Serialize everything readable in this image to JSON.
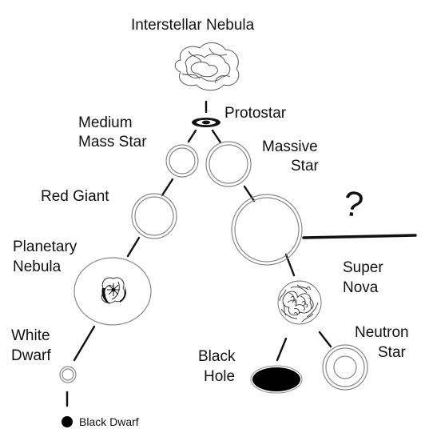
{
  "diagram": {
    "title": "Interstellar Nebula",
    "labels": {
      "protostar": "Protostar",
      "medium_mass_star": [
        "Medium",
        "Mass Star"
      ],
      "massive_star": [
        "Massive",
        "Star"
      ],
      "red_giant": "Red Giant",
      "planetary_nebula": [
        "Planetary",
        "Nebula"
      ],
      "white_dwarf": [
        "White",
        "Dwarf"
      ],
      "black_dwarf": "Black Dwarf",
      "super_nova": [
        "Super",
        "Nova"
      ],
      "neutron_star": [
        "Neutron",
        "Star"
      ],
      "black_hole": [
        "Black",
        "Hole"
      ],
      "unknown_mark": "?"
    },
    "colors": {
      "ink": "#111111",
      "outline": "#888888",
      "fill_black": "#000000"
    }
  }
}
